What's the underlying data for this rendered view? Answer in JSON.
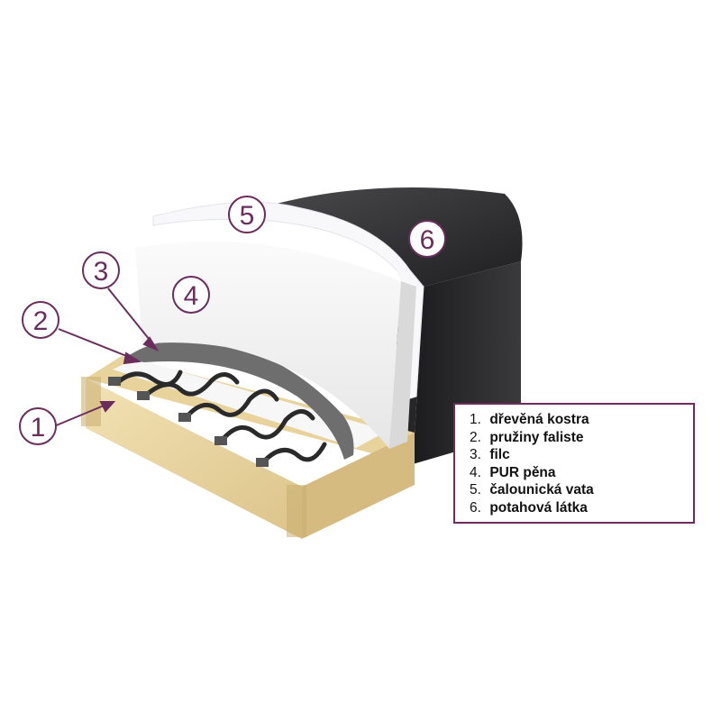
{
  "colors": {
    "accent": "#6b2d5c",
    "wood": "#ecd7a0",
    "leather": "#2e2e30",
    "foam": "#f3f3f3",
    "felt": "#6e6e6e",
    "springs": "#2a2a2a"
  },
  "callouts": [
    {
      "number": "1",
      "label": "dřevěná kostra"
    },
    {
      "number": "2",
      "label": "pružiny faliste"
    },
    {
      "number": "3",
      "label": "filc"
    },
    {
      "number": "4",
      "label": "PUR pěna"
    },
    {
      "number": "5",
      "label": "čalounická vata"
    },
    {
      "number": "6",
      "label": "potahová látka"
    }
  ],
  "legend": {
    "items": [
      {
        "num": "1.",
        "text": "dřevěná kostra"
      },
      {
        "num": "2.",
        "text": "pružiny faliste"
      },
      {
        "num": "3.",
        "text": "filc"
      },
      {
        "num": "4.",
        "text": "PUR pěna"
      },
      {
        "num": "5.",
        "text": "čalounická vata"
      },
      {
        "num": "6.",
        "text": "potahová látka"
      }
    ]
  }
}
